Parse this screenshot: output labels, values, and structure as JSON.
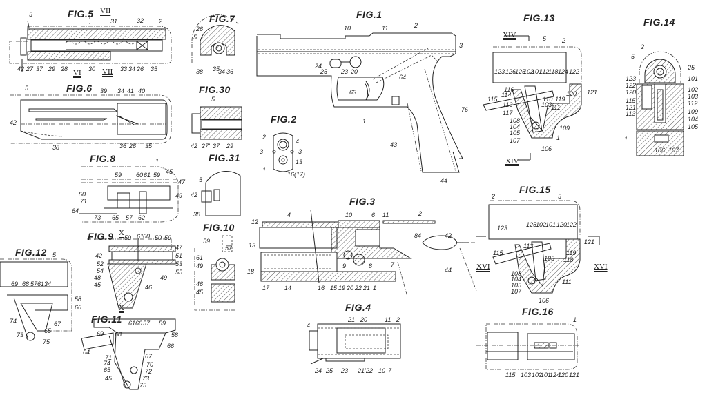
{
  "sheet": {
    "description": "Patent drawing sheet - pistol mechanism figures",
    "ink_color": "#222222",
    "paper_color": "#ffffff"
  },
  "figures": {
    "fig5": {
      "title": "FIG.5",
      "section_marks": [
        "VII",
        "VII",
        "VI"
      ],
      "labels": [
        "5",
        "31",
        "32",
        "2",
        "42",
        "27",
        "37",
        "29",
        "28",
        "30",
        "33",
        "34",
        "26",
        "35"
      ]
    },
    "fig6": {
      "title": "FIG.6",
      "labels": [
        "5",
        "39",
        "34",
        "41",
        "40",
        "42",
        "38",
        "36",
        "26",
        "35"
      ]
    },
    "fig7": {
      "title": "FIG.7",
      "labels": [
        "26",
        "5",
        "38",
        "35",
        "34",
        "36"
      ]
    },
    "fig30": {
      "title": "FIG.30",
      "labels": [
        "5",
        "42",
        "27'",
        "37",
        "29"
      ]
    },
    "fig31": {
      "title": "FIG.31",
      "labels": [
        "5",
        "42",
        "38"
      ]
    },
    "fig8": {
      "title": "FIG.8",
      "labels": [
        "1",
        "59",
        "60",
        "61",
        "59",
        "45",
        "47",
        "50",
        "49",
        "71",
        "64",
        "73",
        "65",
        "57",
        "62"
      ]
    },
    "fig9": {
      "title": "FIG.9",
      "section_marks": [
        "X",
        "X"
      ],
      "labels": [
        "59",
        "61",
        "60",
        "50",
        "59",
        "47",
        "42",
        "51",
        "52",
        "53",
        "54",
        "55",
        "48",
        "49",
        "45",
        "46"
      ]
    },
    "fig10": {
      "title": "FIG.10",
      "labels": [
        "59",
        "57",
        "61",
        "49",
        "46",
        "45"
      ]
    },
    "fig11": {
      "title": "FIG.11",
      "labels": [
        "61",
        "60",
        "57",
        "59",
        "69",
        "68",
        "58",
        "66",
        "64",
        "71",
        "67",
        "74",
        "70",
        "65",
        "72",
        "73",
        "45",
        "75"
      ]
    },
    "fig12": {
      "title": "FIG.12",
      "labels": [
        "5",
        "69",
        "68",
        "57",
        "61",
        "34",
        "58",
        "66",
        "74",
        "67",
        "65",
        "73",
        "75"
      ]
    },
    "fig1": {
      "title": "FIG.1",
      "labels": [
        "10",
        "11",
        "2",
        "3",
        "24",
        "25",
        "23",
        "20",
        "64",
        "63",
        "1",
        "76",
        "43",
        "44"
      ]
    },
    "fig2": {
      "title": "FIG.2",
      "labels": [
        "2",
        "4",
        "3",
        "3",
        "13",
        "1",
        "16(17)"
      ]
    },
    "fig3": {
      "title": "FIG.3",
      "labels": [
        "10",
        "6",
        "11",
        "2",
        "12",
        "4",
        "13",
        "84",
        "42",
        "9",
        "8",
        "7",
        "18",
        "44",
        "17",
        "14",
        "16",
        "15",
        "19",
        "20",
        "22",
        "21",
        "1"
      ]
    },
    "fig4": {
      "title": "FIG.4",
      "labels": [
        "21",
        "20",
        "11",
        "2",
        "4",
        "24",
        "25",
        "23",
        "21'",
        "22",
        "10",
        "7"
      ]
    },
    "fig13": {
      "title": "FIG.13",
      "section_marks": [
        "XIV",
        "XIV"
      ],
      "labels": [
        "5",
        "2",
        "123",
        "126",
        "125",
        "102",
        "101",
        "112",
        "118",
        "124",
        "122",
        "116",
        "114",
        "121",
        "115",
        "113",
        "120",
        "110",
        "119",
        "103",
        "111",
        "117",
        "108",
        "104",
        "105",
        "109",
        "107",
        "1",
        "106"
      ]
    },
    "fig14": {
      "title": "FIG.14",
      "labels": [
        "2",
        "5",
        "25",
        "101",
        "123",
        "122",
        "102",
        "120",
        "103",
        "115",
        "112",
        "121",
        "113",
        "109",
        "104",
        "105",
        "1",
        "106",
        "107"
      ]
    },
    "fig15": {
      "title": "FIG.15",
      "section_marks": [
        "XVI",
        "XVI"
      ],
      "labels": [
        "2",
        "5",
        "123",
        "125",
        "102",
        "101",
        "120",
        "122",
        "121",
        "113",
        "115",
        "119",
        "103",
        "118",
        "108",
        "104",
        "105",
        "111",
        "107",
        "106"
      ]
    },
    "fig16": {
      "title": "FIG.16",
      "labels": [
        "1",
        "115",
        "103",
        "102",
        "101",
        "124",
        "120",
        "121"
      ]
    }
  }
}
